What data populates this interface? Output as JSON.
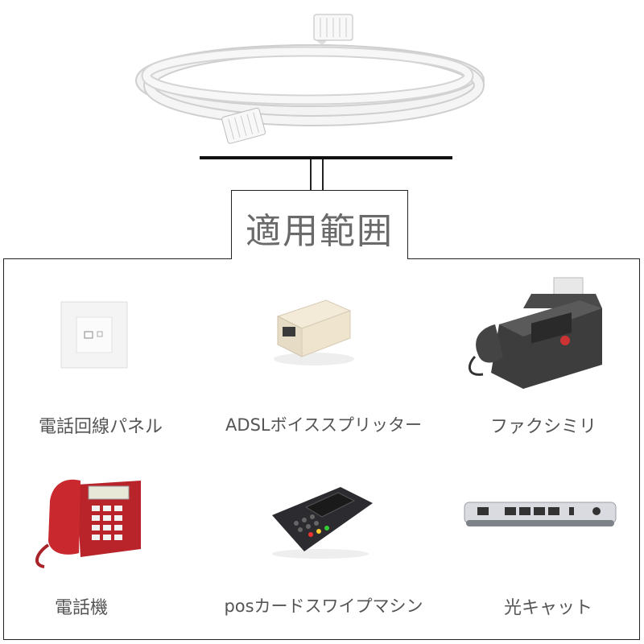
{
  "title": "適用範囲",
  "items": [
    {
      "label": "電話回線パネル",
      "icon": "wall-phone-jack-icon"
    },
    {
      "label": "ADSLボイススプリッター",
      "icon": "adsl-splitter-icon"
    },
    {
      "label": "ファクシミリ",
      "icon": "fax-machine-icon"
    },
    {
      "label": "電話機",
      "icon": "telephone-icon"
    },
    {
      "label": "posカードスワイプマシン",
      "icon": "pos-terminal-icon"
    },
    {
      "label": "光キャット",
      "icon": "optical-modem-icon"
    }
  ],
  "colors": {
    "cable": "#eeeeee",
    "phone_red": "#c0282c",
    "text": "#555555"
  }
}
